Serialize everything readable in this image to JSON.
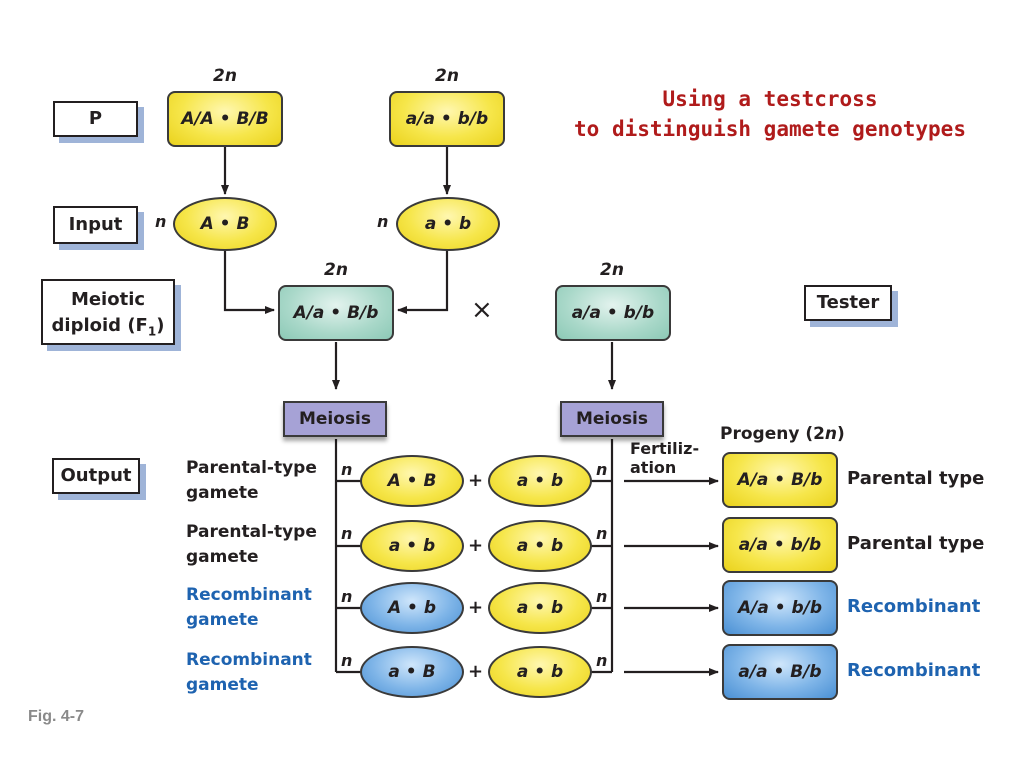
{
  "title": {
    "line1": "Using a testcross",
    "line2": "to distinguish gamete genotypes"
  },
  "row_labels": {
    "p": "P",
    "input": "Input",
    "meiotic": "Meiotic",
    "diploid": "diploid (F",
    "diploid_sub": "1",
    "diploid_end": ")",
    "tester": "Tester",
    "output": "Output"
  },
  "ploidy": {
    "diploid": "2n",
    "haploid": "n"
  },
  "parents": {
    "left": "A/A • B/B",
    "right": "a/a • b/b"
  },
  "input_gametes": {
    "left": "A • B",
    "right": "a • b"
  },
  "f1": "A/a • B/b",
  "cross_symbol": "×",
  "tester_genotype": "a/a • b/b",
  "meiosis_label": "Meiosis",
  "fertilization": {
    "line1": "Fertiliz-",
    "line2": "ation"
  },
  "progeny_header": {
    "text": "Progeny (2",
    "italic": "n",
    "end": ")"
  },
  "plus": "+",
  "output_rows": [
    {
      "label1": "Parental-type",
      "label2": "gamete",
      "gamete": "A • B",
      "tester_gamete": "a • b",
      "progeny": "A/a • B/b",
      "type": "Parental type",
      "color": "yellow"
    },
    {
      "label1": "Parental-type",
      "label2": "gamete",
      "gamete": "a • b",
      "tester_gamete": "a • b",
      "progeny": "a/a • b/b",
      "type": "Parental type",
      "color": "yellow"
    },
    {
      "label1": "Recombinant",
      "label2": "gamete",
      "gamete": "A • b",
      "tester_gamete": "a • b",
      "progeny": "A/a • b/b",
      "type": "Recombinant",
      "color": "blue"
    },
    {
      "label1": "Recombinant",
      "label2": "gamete",
      "gamete": "a • B",
      "tester_gamete": "a • b",
      "progeny": "a/a • B/b",
      "type": "Recombinant",
      "color": "blue"
    }
  ],
  "colors": {
    "title": "#b01b1b",
    "recombinant_text": "#1e63b0",
    "yellow": "#f6e64a",
    "teal": "#a9d8c9",
    "blue": "#4a90d4",
    "meiosis": "#a6a2d6",
    "label_shadow": "#9fb4d8"
  },
  "figure_label": "Fig. 4-7"
}
